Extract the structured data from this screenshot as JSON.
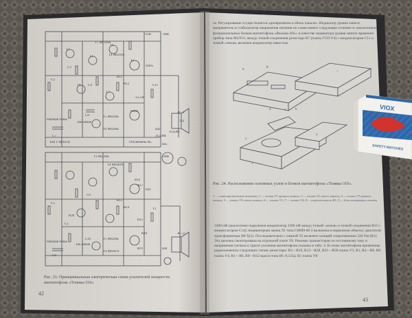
{
  "book": {
    "left_page": {
      "page_number": "42",
      "figure_caption": "Рис. 23. Принципиальная электрическая схема усилителей мощности магнитофона «Тоника-310»",
      "schematic_labels": [
        "Тип 1 МП41А",
        "Рабочая точка",
        "Ток покоя",
        "Отключены АС",
        "Рабочая точка",
        "Ток покоя",
        "ГД",
        "АС-1",
        "АС-2",
        "Ш5",
        "Ш4",
        "Т7 МП16А",
        "Т4 МП16А",
        "Т5 МП26Б",
        "Т6 МП26Б",
        "Т4 МП40А",
        "Т3 МП26Б",
        "Т4 МП41А",
        "Т5 МП26Б",
        "-12В",
        "-28В",
        "-12,5В",
        "-28В",
        "R11",
        "R12",
        "R13",
        "R14",
        "R15",
        "R16",
        "R17",
        "R18",
        "R19",
        "R20",
        "C1",
        "C2",
        "C3",
        "C4",
        "C5",
        "C6",
        "C7",
        "C8",
        "C9",
        "C10",
        "C11",
        "Т1",
        "Т2",
        "Т3",
        "Т4",
        "Т5",
        "Т6",
        "Т7",
        "П605",
        "П605",
        "Ш3",
        "Ш2",
        "3ГД38Е",
        "3ГД38Е"
      ]
    },
    "right_page": {
      "page_number": "43",
      "top_text": "ся. Регулирование осуществляется одновременно в обоих каналах. Индикатор уровня записи, выпрямитель и стабилизатор напряжения питания по схеме имеют следующие отличия от аналогичных функциональных блоков магнитофона «Вильма-302»: в качестве индикатора уровня записи применен прибор типа М476/1; между точкой соединения резистора R7 (платы ГСП-У4) с конденсатором С11 и точкой «земля» включен конденсатор емкостью",
      "figure_caption": "Рис. 24. Расположение основных узлов и блоков магнитофона «Тоника-310».",
      "legend": "1 — лентопротяжный механизм; 2 — плата У1 правого канала; 3 — плата У2 левого канала; 4 — плата У3 правого канала; 5 — плата У4 левого канала; 6 — плата У3; 7 — плата У4; 8 — переключатель В1; 9 — блок магнитных головок",
      "figure_numbers": [
        "9",
        "8",
        "7",
        "6",
        "5",
        "4",
        "3",
        "2",
        "1"
      ],
      "bottom_text": "3300 пФ (аналогично подключен конденсатор 3300 пФ между точкой «земля» и точкой соединения R15 с конденсатором С14); индикаторная лампа Л1 типа СМН9-60-2 включена в первичную обмотку двигателя-трансформатора (М-Тр1). Последовательно с лампой Л1 включен гасящий сопротивление 220 Ом (R1). Эта цепочка смонтирована на отдельной плате У8. Режимы транзисторов по постоянному току и напряжения сигнала в тракте усиления магнитофона указаны в табл. 4. В схеме магнитофона применены радиоэлементы следующих типов: резисторы: R2—R10, R13—R28, R31—R58 платы У3, R1, R3—R6, R8 платы У4; R1—R6, R9—R12 шасси типа ВС-0,125а; R1 платы У8"
    }
  },
  "matchbox": {
    "top_text": "VIOX",
    "side_text": "SAFETY MATCHES",
    "colors": {
      "blue": "#2f67a8",
      "red": "#d0342c",
      "white": "#f3f1ec"
    }
  }
}
